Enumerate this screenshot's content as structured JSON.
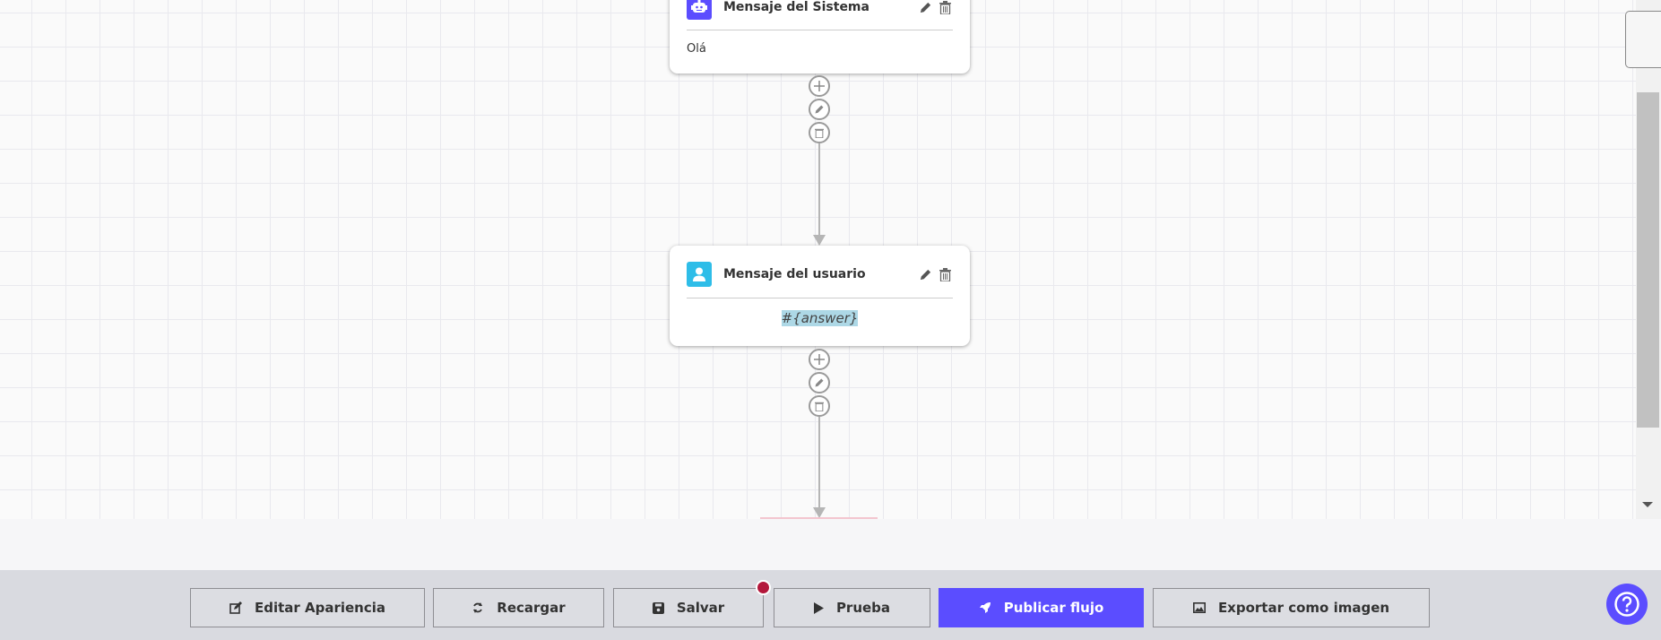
{
  "colors": {
    "accent": "#5b4dff",
    "user_icon": "#2ebde8",
    "highlight": "#add8e6",
    "notification": "#b3173b"
  },
  "nodes": [
    {
      "type": "system",
      "icon": "robot-icon",
      "title": "Mensaje del Sistema",
      "content": "Olá"
    },
    {
      "type": "user",
      "icon": "user-icon",
      "title": "Mensaje del usuario",
      "content": "#{answer}"
    }
  ],
  "toolbar": {
    "edit_appearance": "Editar Apariencia",
    "reload": "Recargar",
    "save": "Salvar",
    "test": "Prueba",
    "publish": "Publicar flujo",
    "export": "Exportar como imagen"
  },
  "help": {
    "icon": "question-icon"
  }
}
